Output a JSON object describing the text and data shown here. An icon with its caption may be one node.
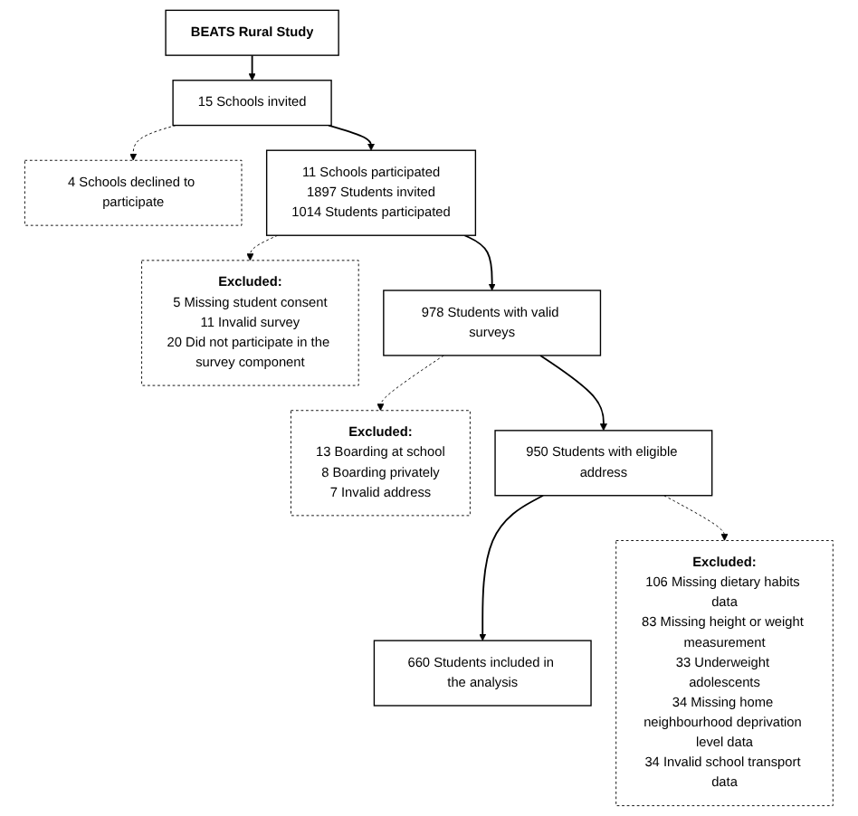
{
  "diagram": {
    "nodes": [
      {
        "text": [
          "BEATS Rural Study"
        ]
      },
      {
        "text": [
          "15 Schools invited"
        ]
      },
      {
        "text": [
          "4 Schools declined to participate"
        ]
      },
      {
        "text": [
          "11 Schools participated",
          "1897 Students invited",
          "1014 Students participated"
        ]
      },
      {
        "text": [
          "Excluded:",
          "5 Missing student consent",
          "11 Invalid survey",
          "20 Did not participate in the survey component"
        ]
      },
      {
        "text": [
          "978 Students with valid surveys"
        ]
      },
      {
        "text": [
          "Excluded:",
          "13 Boarding at school",
          "8 Boarding privately",
          "7 Invalid address"
        ]
      },
      {
        "text": [
          "950 Students with eligible address"
        ]
      },
      {
        "text": [
          "Excluded:",
          "106 Missing dietary habits data",
          "83 Missing height or weight measurement",
          "33 Underweight adolescents",
          "34 Missing home neighbourhood deprivation level data",
          "34 Invalid school transport data"
        ]
      },
      {
        "text": [
          "660 Students included in the analysis"
        ]
      }
    ],
    "edges": [
      {
        "from": 0,
        "to": 1,
        "arrow": "to"
      },
      {
        "from": 1,
        "to": 3,
        "arrow": "to"
      },
      {
        "from": 1,
        "to": 2,
        "arrow": "to",
        "style": "dashed"
      },
      {
        "from": 3,
        "to": 5,
        "arrow": "to"
      },
      {
        "from": 3,
        "to": 4,
        "arrow": "to",
        "style": "dashed"
      },
      {
        "from": 5,
        "to": 7,
        "arrow": "to"
      },
      {
        "from": 5,
        "to": 6,
        "arrow": "to",
        "style": "dashed"
      },
      {
        "from": 7,
        "to": 9,
        "arrow": "to"
      },
      {
        "from": 7,
        "to": 8,
        "arrow": "to",
        "style": "dashed"
      }
    ]
  }
}
